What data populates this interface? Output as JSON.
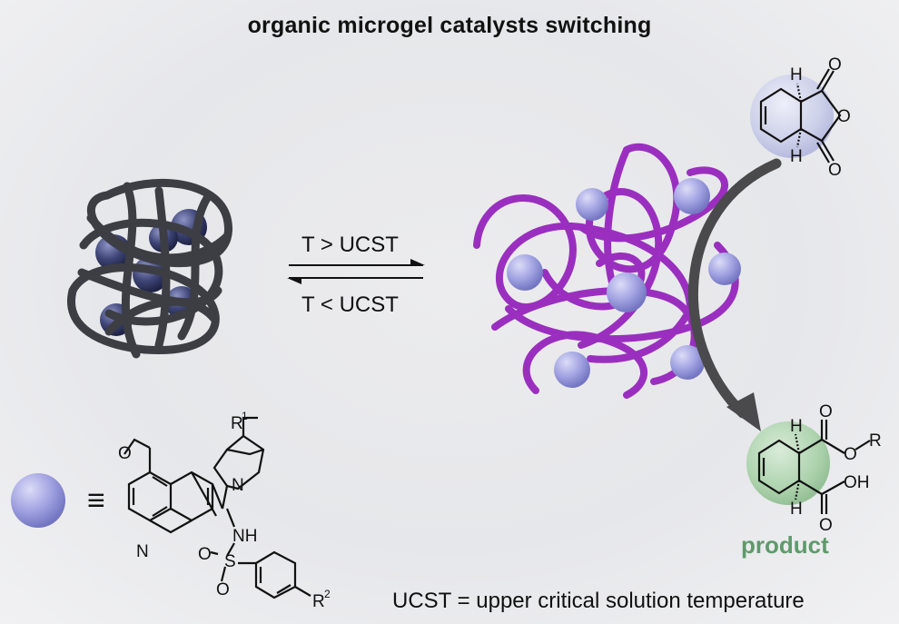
{
  "title": "organic microgel catalysts switching",
  "arrows": {
    "forward_label": "T > UCST",
    "reverse_label": "T < UCST"
  },
  "product_label": "product",
  "footer": "UCST = upper critical solution temperature",
  "equivalence_symbol": "≡",
  "structure_labels": {
    "r1": "R",
    "r1_sup": "1",
    "r2": "R",
    "r2_sup": "2",
    "n_quinuclidine": "N",
    "n_quinoline": "N",
    "nh": "NH",
    "s": "S",
    "o1": "O",
    "o2": "O",
    "methoxy_o": "O"
  },
  "anhydride_labels": {
    "h_top": "H",
    "h_bottom": "H",
    "o_top": "O",
    "o_ring": "O",
    "o_bottom": "O"
  },
  "ester_labels": {
    "h_top": "H",
    "h_bottom": "H",
    "o_top": "O",
    "o_ester": "O",
    "r": "R",
    "oh": "OH",
    "o_bottom": "O"
  },
  "colors": {
    "collapsed_polymer": "#3d3e44",
    "swollen_polymer": "#9a2fbf",
    "catalyst_sphere": "#a8a8e6",
    "product_text": "#5f9a6b",
    "product_highlight": "#a9d4a9",
    "anhydride_highlight": "#c9cde8"
  }
}
